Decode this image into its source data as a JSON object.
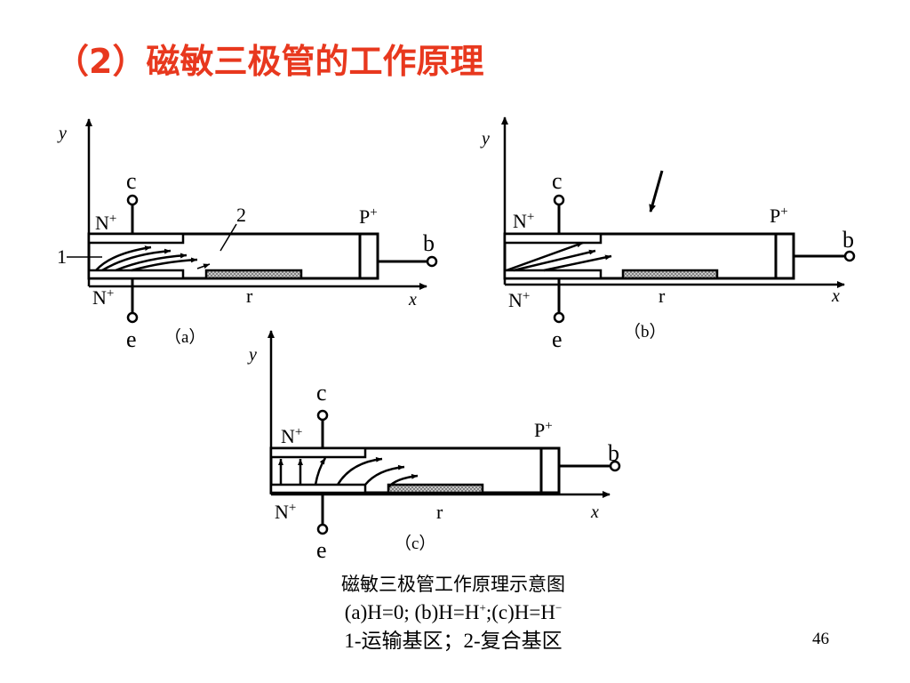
{
  "title": "（2）磁敏三极管的工作原理",
  "axis": {
    "x": "x",
    "y": "y"
  },
  "terminals": {
    "collector": "c",
    "emitter": "e",
    "base": "b",
    "base_region": "r"
  },
  "regions": {
    "n": "N",
    "p": "P",
    "plus": "+"
  },
  "labels": {
    "one": "1",
    "two": "2"
  },
  "sub_captions": {
    "a": "（a）",
    "b": "（b）",
    "c": "（c）"
  },
  "caption": {
    "line1": "磁敏三极管工作原理示意图",
    "line2_a": "(a)H=0;  (b)H=H",
    "line2_sup_plus": "+",
    "line2_b": ";(c)H=H",
    "line2_sup_minus": "−",
    "line3": "1-运输基区；2-复合基区"
  },
  "page_number": "46",
  "colors": {
    "title": "#e8381e",
    "hatch": "#a0a0a0"
  }
}
